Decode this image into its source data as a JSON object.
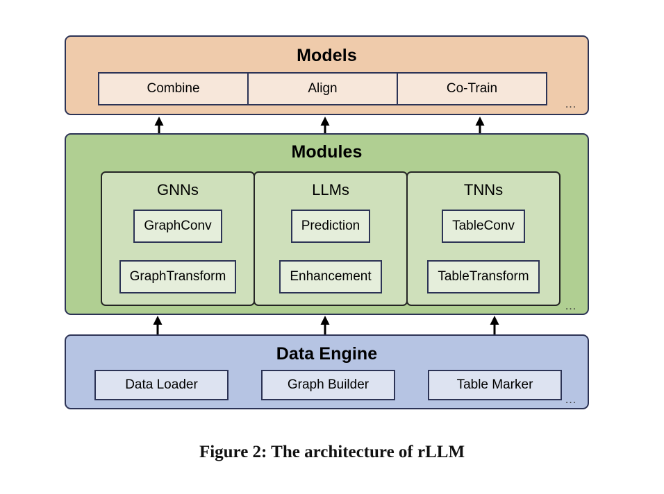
{
  "figure": {
    "caption": "Figure 2: The architecture of rLLM",
    "ellipsis": "…"
  },
  "colors": {
    "models_fill": "#EFCBAB",
    "models_cell_fill": "#F7E7DA",
    "modules_fill": "#B0CF92",
    "modules_panel_fill": "#CFE0BB",
    "modules_chip_fill": "#E5EEDB",
    "engine_fill": "#B6C4E3",
    "engine_chip_fill": "#DDE3F1",
    "border": "#2C3355",
    "panel_border": "#252525",
    "arrow": "#000000"
  },
  "layers": {
    "models": {
      "title": "Models",
      "items": [
        {
          "label": "Combine"
        },
        {
          "label": "Align"
        },
        {
          "label": "Co-Train"
        }
      ],
      "more": "…"
    },
    "modules": {
      "title": "Modules",
      "panels": [
        {
          "title": "GNNs",
          "items": [
            {
              "label": "GraphConv"
            },
            {
              "label": "GraphTransform"
            }
          ]
        },
        {
          "title": "LLMs",
          "items": [
            {
              "label": "Prediction"
            },
            {
              "label": "Enhancement"
            }
          ]
        },
        {
          "title": "TNNs",
          "items": [
            {
              "label": "TableConv"
            },
            {
              "label": "TableTransform"
            }
          ]
        }
      ],
      "more": "…"
    },
    "data_engine": {
      "title": "Data Engine",
      "items": [
        {
          "label": "Data Loader"
        },
        {
          "label": "Graph Builder"
        },
        {
          "label": "Table Marker"
        }
      ],
      "more": "…"
    }
  },
  "arrows": {
    "modules_to_models": [
      {
        "direction": "up"
      },
      {
        "direction": "up"
      },
      {
        "direction": "up"
      }
    ],
    "engine_to_modules": [
      {
        "direction": "up"
      },
      {
        "direction": "up"
      },
      {
        "direction": "up"
      }
    ]
  }
}
